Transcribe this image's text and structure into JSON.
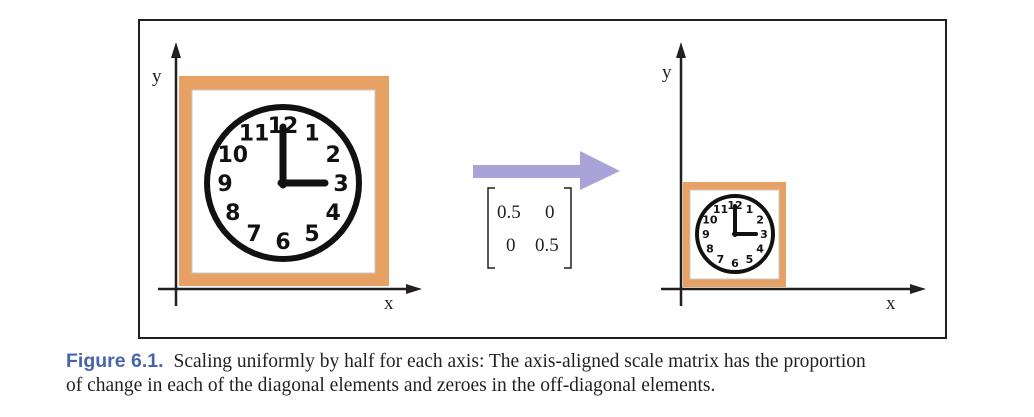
{
  "figure": {
    "left_panel": {
      "axis_y": "y",
      "axis_x": "x",
      "clock_numbers": [
        "12",
        "1",
        "2",
        "3",
        "4",
        "5",
        "6",
        "7",
        "8",
        "9",
        "10",
        "11"
      ]
    },
    "right_panel": {
      "axis_y": "y",
      "axis_x": "x",
      "clock_numbers": [
        "12",
        "1",
        "2",
        "3",
        "4",
        "5",
        "6",
        "7",
        "8",
        "9",
        "10",
        "11"
      ]
    },
    "matrix": {
      "r1c1": "0.5",
      "r1c2": "0",
      "r2c1": "0",
      "r2c2": "0.5"
    },
    "colors": {
      "frame": "#e8a165",
      "arrow": "#a9a3d8",
      "caption_label": "#4a64a8"
    },
    "arrow_icon": "right-arrow-icon"
  },
  "caption": {
    "label": "Figure 6.1.",
    "line1": "Scaling uniformly by half for each axis: The axis-aligned scale matrix has the proportion",
    "line2": "of change in each of the diagonal elements and zeroes in the off-diagonal elements."
  }
}
